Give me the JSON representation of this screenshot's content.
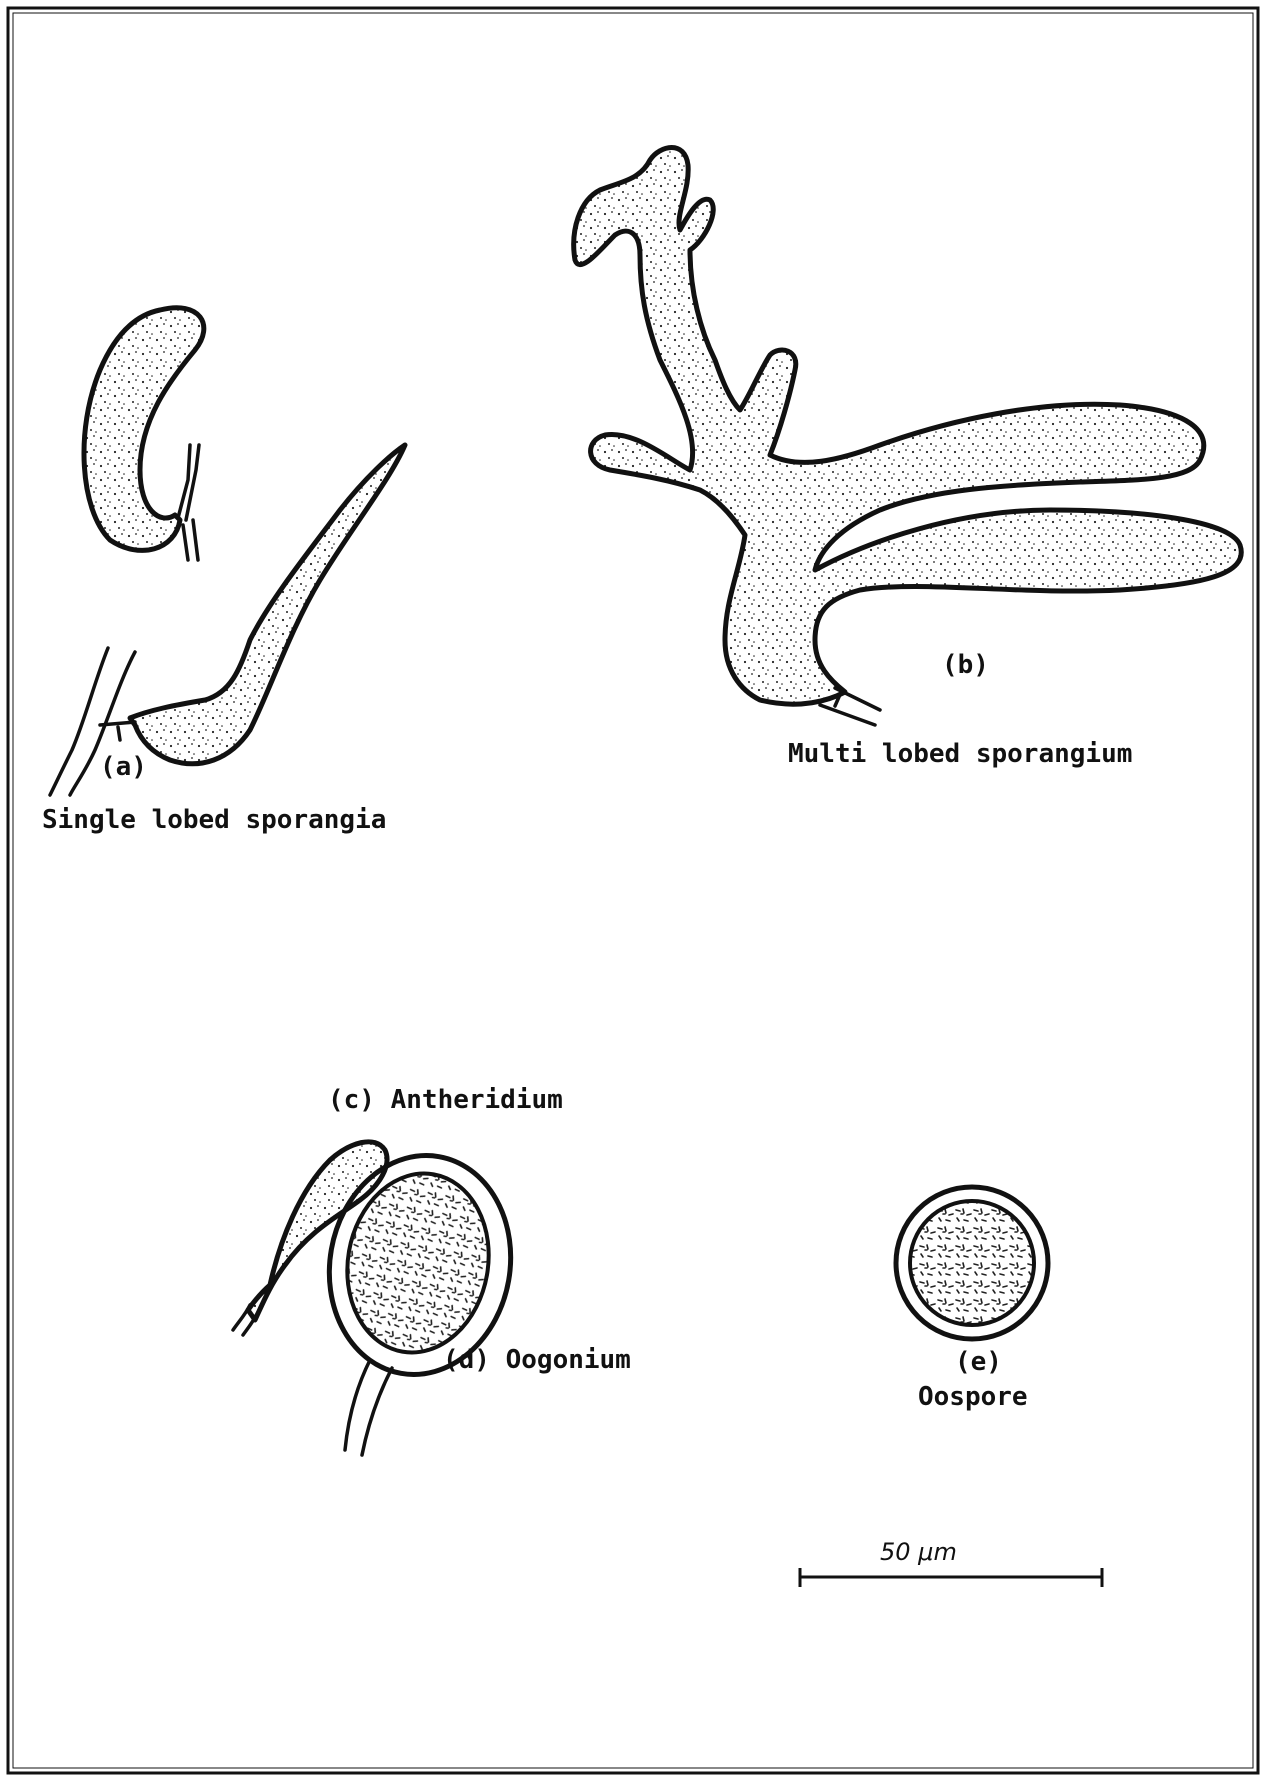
{
  "figure": {
    "labels": {
      "a_letter": "(a)",
      "a_caption": "Single lobed sporangia",
      "b_letter": "(b)",
      "b_caption": "Multi lobed sporangium",
      "c_caption": "(c) Antheridium",
      "d_caption": "(d) Oogonium",
      "e_letter": "(e)",
      "e_caption": "Oospore",
      "scale_label": "50 μm"
    }
  }
}
